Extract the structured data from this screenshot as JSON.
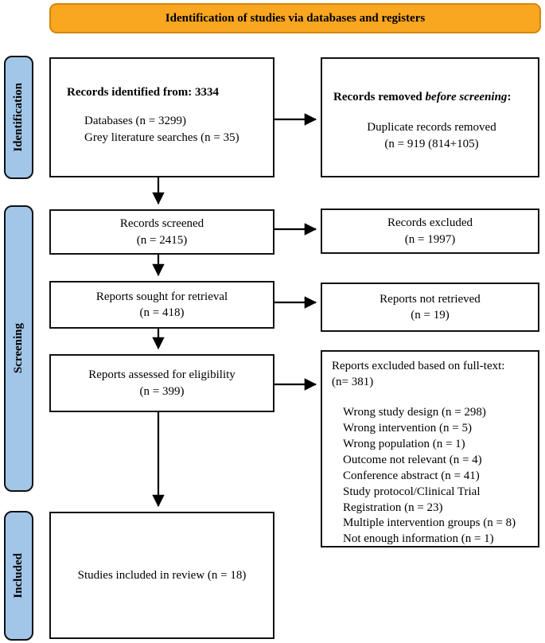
{
  "banner": {
    "label": "Identification of studies via databases and registers"
  },
  "colors": {
    "banner_fill": "#F9A620",
    "banner_border": "#D4860A",
    "stage_fill": "#A2C6E8"
  },
  "stages": [
    {
      "label": "Identification"
    },
    {
      "label": "Screening"
    },
    {
      "label": "Included"
    }
  ],
  "boxes": {
    "identified": {
      "title": "Records identified from: 3334",
      "items": [
        "Databases (n = 3299)",
        "Grey literature searches (n = 35)"
      ]
    },
    "removed": {
      "title_prefix": "Records removed ",
      "title_italic": "before screening",
      "title_suffix": ":",
      "lines": [
        "Duplicate records removed",
        "(n = 919 (814+105)"
      ]
    },
    "screened": {
      "lines": [
        "Records screened",
        "(n = 2415)"
      ]
    },
    "excluded": {
      "lines": [
        "Records excluded",
        "(n = 1997)"
      ]
    },
    "sought": {
      "lines": [
        "Reports sought for retrieval",
        "(n = 418)"
      ]
    },
    "not_retrieved": {
      "lines": [
        "Reports not retrieved",
        "(n = 19)"
      ]
    },
    "assessed": {
      "lines": [
        "Reports assessed for eligibility",
        "(n = 399)"
      ]
    },
    "fulltext_excluded": {
      "heading": "Reports excluded based on full-text:",
      "count": "(n= 381)",
      "reasons": [
        "Wrong study design (n = 298)",
        "Wrong intervention (n = 5)",
        "Wrong population (n = 1)",
        "Outcome not relevant (n = 4)",
        "Conference abstract (n = 41)",
        "Study protocol/Clinical Trial",
        "Registration (n = 23)",
        "Multiple intervention groups (n = 8)",
        "Not enough information (n = 1)"
      ]
    },
    "included_review": {
      "label": "Studies included in review (n = 18)"
    }
  }
}
